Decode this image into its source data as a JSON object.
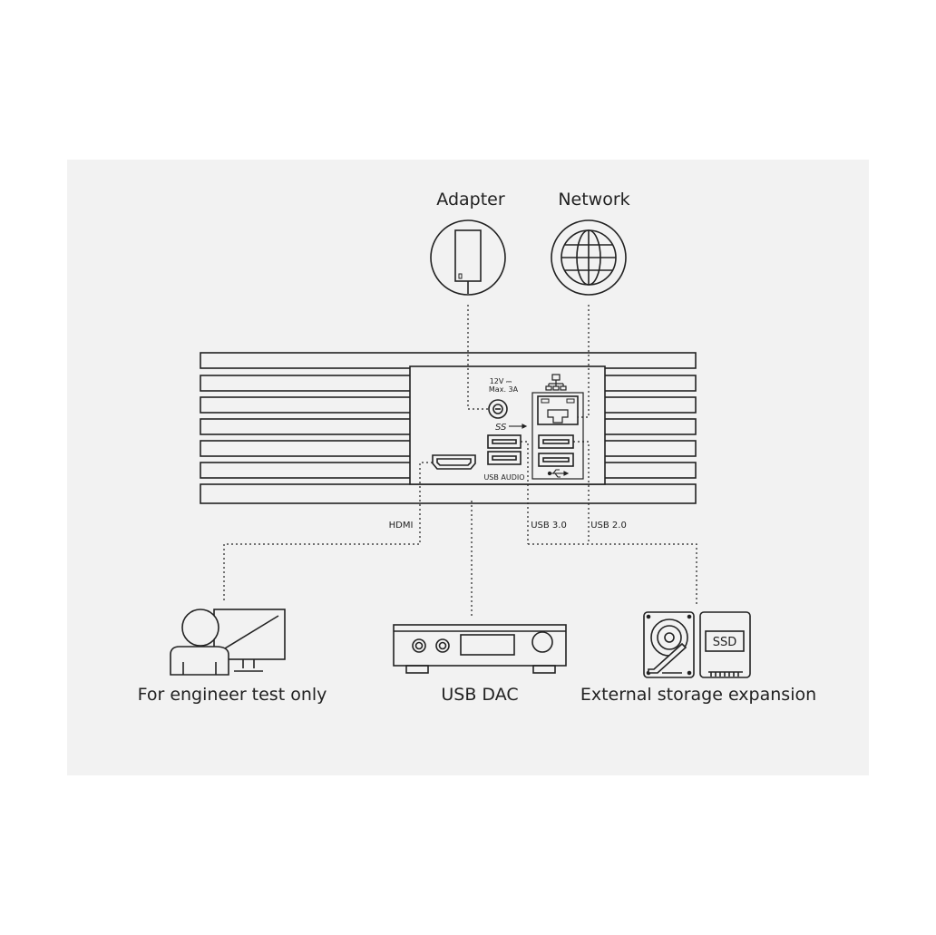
{
  "labels": {
    "adapter": "Adapter",
    "network": "Network",
    "power_voltage": "12V ⎓",
    "power_current": "Max. 3A",
    "usb_audio": "USB AUDIO",
    "hdmi": "HDMI",
    "usb30": "USB 3.0",
    "usb20": "USB 2.0",
    "engineer": "For engineer test only",
    "usb_dac": "USB DAC",
    "storage": "External storage expansion",
    "ssd": "SSD",
    "superspeed_mark": "SS"
  },
  "icons": [
    "adapter-icon",
    "globe-icon",
    "ethernet-icon",
    "usb-icon",
    "engineer-monitor-icon",
    "usb-dac-icon",
    "hdd-icon",
    "ssd-icon"
  ],
  "colors": {
    "panel": "#f2f2f2",
    "stroke": "#222222",
    "background": "#ffffff"
  }
}
